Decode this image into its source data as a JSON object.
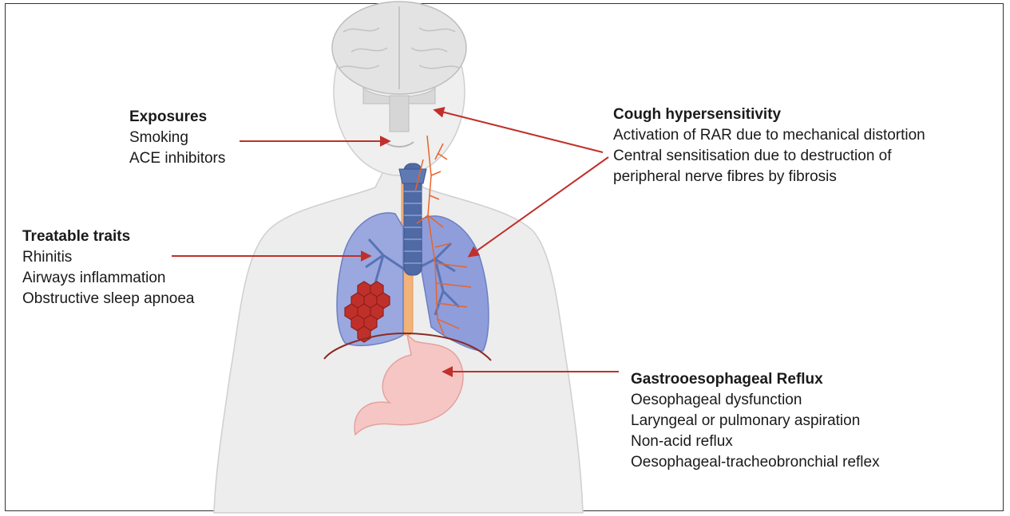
{
  "exposures": {
    "title": "Exposures",
    "items": [
      "Smoking",
      "ACE inhibitors"
    ]
  },
  "treatable_traits": {
    "title": "Treatable traits",
    "items": [
      "Rhinitis",
      "Airways inflammation",
      "Obstructive sleep apnoea"
    ]
  },
  "cough_hypersensitivity": {
    "title": "Cough hypersensitivity",
    "items": [
      "Activation of RAR due to mechanical distortion",
      "Central sensitisation due to destruction of",
      "peripheral nerve fibres by fibrosis"
    ]
  },
  "reflux": {
    "title": "Gastrooesophageal Reflux",
    "items": [
      "Oesophageal dysfunction",
      "Laryngeal or pulmonary aspiration",
      "Non-acid reflux",
      "Oesophageal-tracheobronchial reflex"
    ]
  },
  "colors": {
    "arrow": "#c0302b",
    "lung": "#9aa8df",
    "lung_outline": "#6d7fc4",
    "trachea": "#4f6aa5",
    "stomach": "#f3b6b4",
    "nerves": "#e8642a",
    "fibrosis": "#c0302b",
    "body": "#ececec",
    "brain": "#e0e0e0"
  }
}
